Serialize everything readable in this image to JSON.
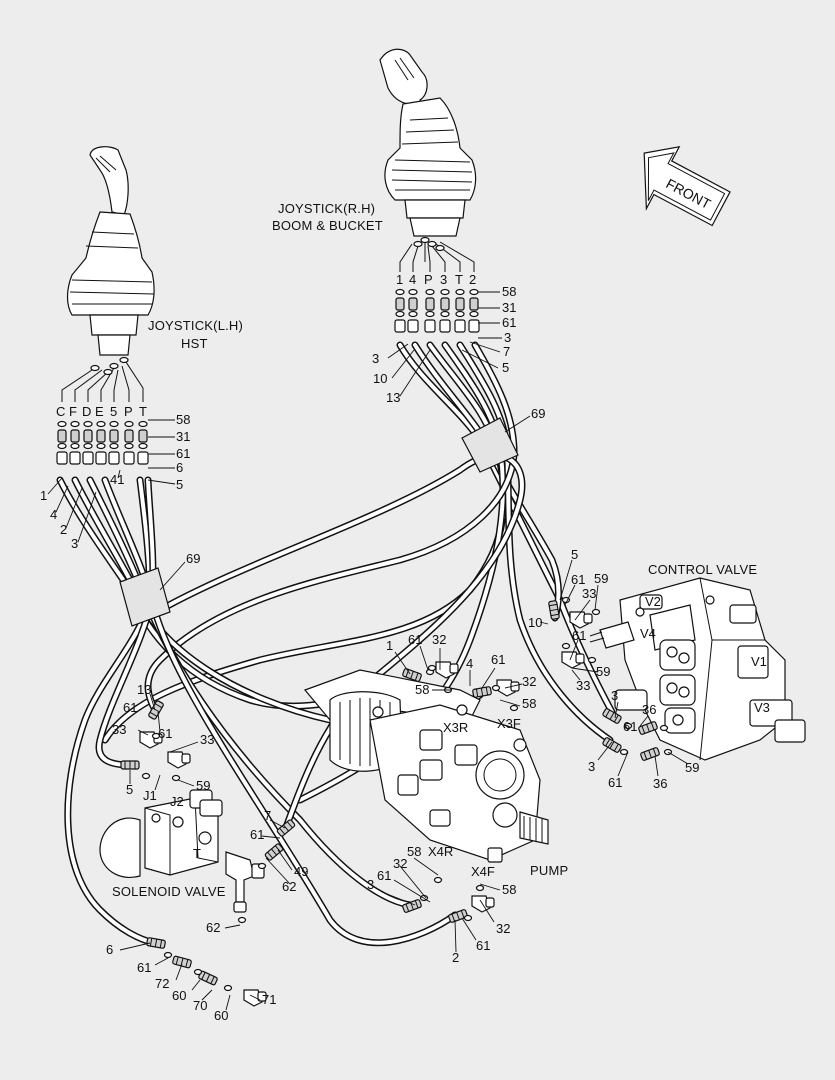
{
  "captions": {
    "joystick_rh_line1": "JOYSTICK(R.H)",
    "joystick_rh_line2": "BOOM & BUCKET",
    "joystick_lh_line1": "JOYSTICK(L.H)",
    "joystick_lh_line2": "HST",
    "front": "FRONT",
    "control_valve": "CONTROL VALVE",
    "solenoid_valve": "SOLENOID VALVE",
    "pump": "PUMP"
  },
  "rh_ports": [
    "1",
    "4",
    "P",
    "3",
    "T",
    "2"
  ],
  "lh_ports": [
    "C",
    "F",
    "D",
    "E",
    "5",
    "P",
    "T"
  ],
  "port_names": {
    "x3r": "X3R",
    "x3f": "X3F",
    "x4r": "X4R",
    "x4f": "X4F",
    "v1": "V1",
    "v2": "V2",
    "v3": "V3",
    "v4": "V4",
    "j1": "J1",
    "j2": "J2",
    "t": "T"
  },
  "callouts": {
    "rh_58": "58",
    "rh_31": "31",
    "rh_61": "61",
    "rh_3a": "3",
    "rh_7": "7",
    "rh_5": "5",
    "rh_3b": "3",
    "rh_10": "10",
    "rh_13": "13",
    "lh_58": "58",
    "lh_31": "31",
    "lh_61": "61",
    "lh_6": "6",
    "lh_5": "5",
    "lh_41": "41",
    "lh_1": "1",
    "lh_4": "4",
    "lh_2": "2",
    "lh_3": "3",
    "clamp_69_top": "69",
    "clamp_69_left": "69",
    "cv_5": "5",
    "cv_61a": "61",
    "cv_59a": "59",
    "cv_33a": "33",
    "cv_10": "10",
    "cv_61b": "61",
    "cv_59b": "59",
    "cv_33b": "33",
    "cv_3a": "3",
    "cv_61c": "61",
    "cv_36a": "36",
    "cv_3b": "3",
    "cv_61d": "61",
    "cv_36b": "36",
    "cv_59c": "59",
    "p_1": "1",
    "p_61a": "61",
    "p_32a": "32",
    "p_4": "4",
    "p_61b": "61",
    "p_58a": "58",
    "p_32b": "32",
    "p_58b": "58",
    "p_58c": "58",
    "p_32c": "32",
    "p_61c": "61",
    "p_3": "3",
    "p_58d": "58",
    "p_32d": "32",
    "p_61d": "61",
    "p_2": "2",
    "s_13": "13",
    "s_61a": "61",
    "s_33a": "33",
    "s_61b": "61",
    "s_33b": "33",
    "s_5": "5",
    "s_59": "59",
    "s_7": "7",
    "s_61c": "61",
    "s_49": "49",
    "s_62a": "62",
    "s_62b": "62",
    "s_6": "6",
    "s_61d": "61",
    "s_72": "72",
    "s_60a": "60",
    "s_70": "70",
    "s_60b": "60",
    "s_71": "71"
  },
  "colors": {
    "background": "#ededed",
    "line": "#111111",
    "fill": "#ffffff",
    "clamp": "#e4e4e4"
  }
}
